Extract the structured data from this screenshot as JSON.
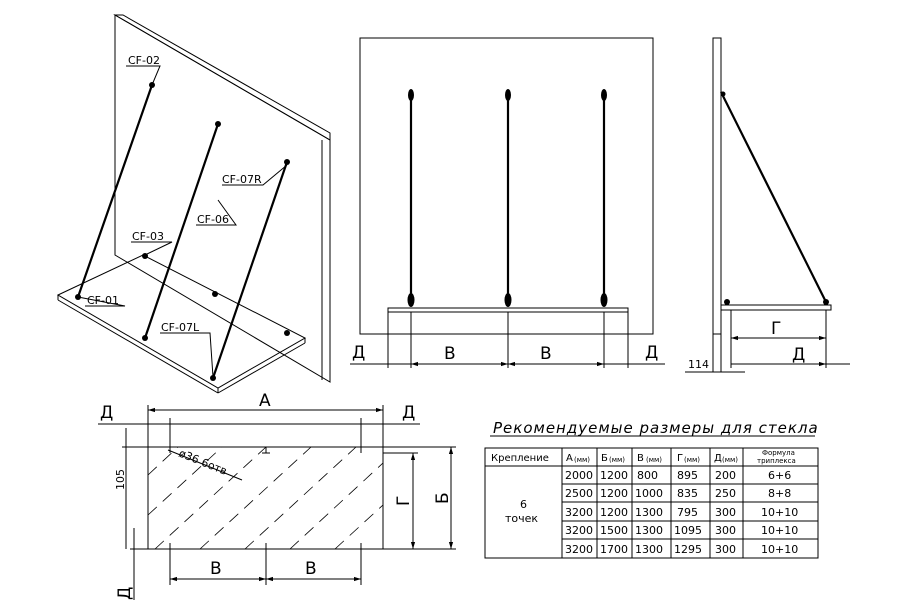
{
  "iso_view": {
    "labels": {
      "cf02": "CF-02",
      "cf07r": "CF-07R",
      "cf06": "CF-06",
      "cf03": "CF-03",
      "cf01": "CF-01",
      "cf07l": "CF-07L"
    }
  },
  "front_view": {
    "dim_d": "Д",
    "dim_v": "В"
  },
  "side_view": {
    "dim_g": "Г",
    "dim_d": "Д",
    "dim_114": "114"
  },
  "plan_view": {
    "dim_a": "А",
    "dim_d": "Д",
    "dim_b": "Б",
    "dim_g": "Г",
    "dim_v": "В",
    "dim_105": "105",
    "hole_note": "ø36 6отв"
  },
  "table": {
    "title": "Рекомендуемые размеры для стекла",
    "headers": {
      "mount": "Крепление",
      "a": "А",
      "b": "Б",
      "v": "В",
      "g": "Г",
      "d": "Д",
      "unit": "(мм)",
      "formula_1": "Формула",
      "formula_2": "триплекса"
    },
    "mount_value_1": "6",
    "mount_value_2": "точек",
    "rows": [
      {
        "a": "2000",
        "b": "1200",
        "v": "800",
        "g": "895",
        "d": "200",
        "f": "6+6"
      },
      {
        "a": "2500",
        "b": "1200",
        "v": "1000",
        "g": "835",
        "d": "250",
        "f": "8+8"
      },
      {
        "a": "3200",
        "b": "1200",
        "v": "1300",
        "g": "795",
        "d": "300",
        "f": "10+10"
      },
      {
        "a": "3200",
        "b": "1500",
        "v": "1300",
        "g": "1095",
        "d": "300",
        "f": "10+10"
      },
      {
        "a": "3200",
        "b": "1700",
        "v": "1300",
        "g": "1295",
        "d": "300",
        "f": "10+10"
      }
    ]
  }
}
